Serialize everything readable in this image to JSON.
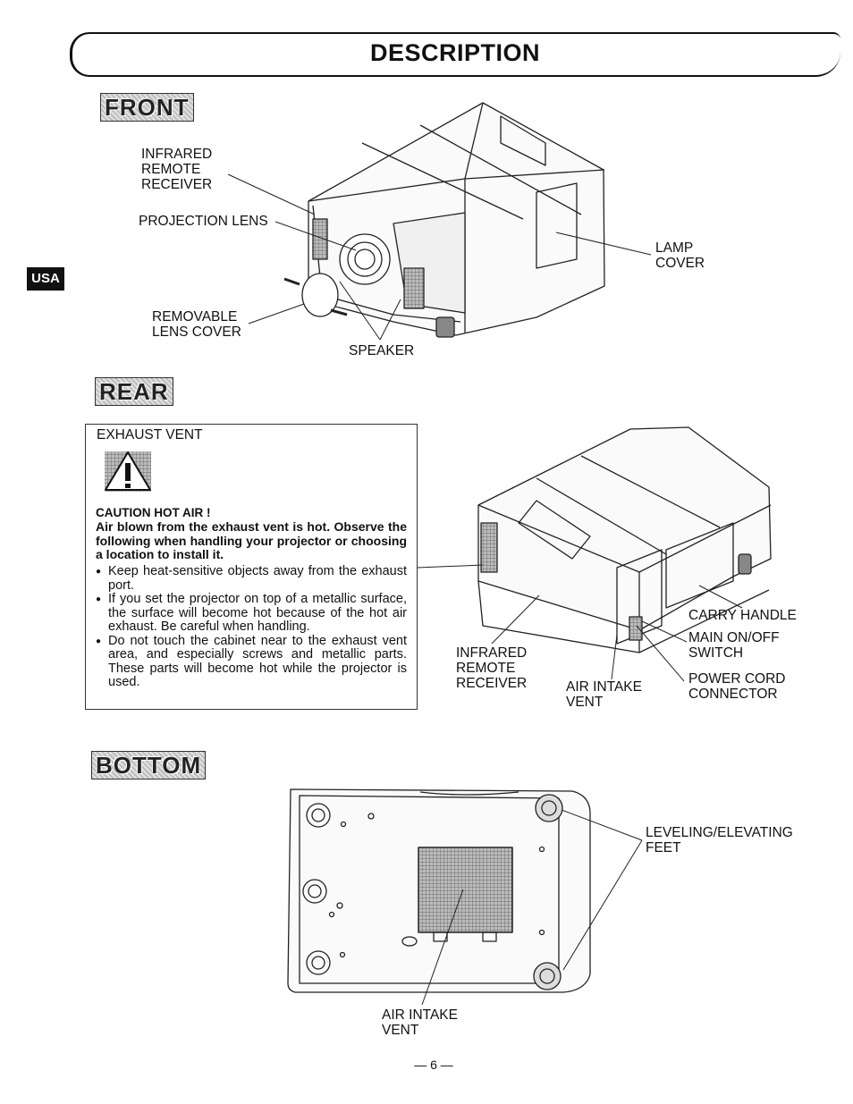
{
  "title": "DESCRIPTION",
  "side_badge": "USA",
  "sections": {
    "front": {
      "badge": "FRONT",
      "labels": {
        "ir_receiver": "INFRARED\nREMOTE\nRECEIVER",
        "projection_lens": "PROJECTION LENS",
        "lamp_cover": "LAMP\nCOVER",
        "removable_lens_cover": "REMOVABLE\nLENS COVER",
        "speaker": "SPEAKER"
      }
    },
    "rear": {
      "badge": "REAR",
      "caution_box": {
        "exhaust_vent": "EXHAUST VENT",
        "heading": "CAUTION HOT AIR !",
        "body": "Air blown from the exhaust vent is hot. Observe the following when handling your projector or choosing a location to install it.",
        "bullets": [
          "Keep heat-sensitive objects away from the exhaust port.",
          "If you set the projector on top of a metallic surface, the surface will become hot because of the hot air exhaust. Be careful when handling.",
          "Do not touch the cabinet near to the exhaust vent area, and especially screws and metallic parts. These parts will become hot while the projector is used."
        ]
      },
      "labels": {
        "ir_receiver": "INFRARED\nREMOTE\nRECEIVER",
        "air_intake_vent": "AIR INTAKE\nVENT",
        "carry_handle": "CARRY HANDLE",
        "main_switch": "MAIN ON/OFF\nSWITCH",
        "power_cord": "POWER CORD\nCONNECTOR"
      }
    },
    "bottom": {
      "badge": "BOTTOM",
      "labels": {
        "leveling_feet": "LEVELING/ELEVATING\nFEET",
        "air_intake_vent": "AIR INTAKE\nVENT"
      }
    }
  },
  "page_number": "— 6 —",
  "colors": {
    "ink": "#111111",
    "badge_fill": "#cfcfcf"
  },
  "icons": [
    "warning-triangle-icon"
  ]
}
